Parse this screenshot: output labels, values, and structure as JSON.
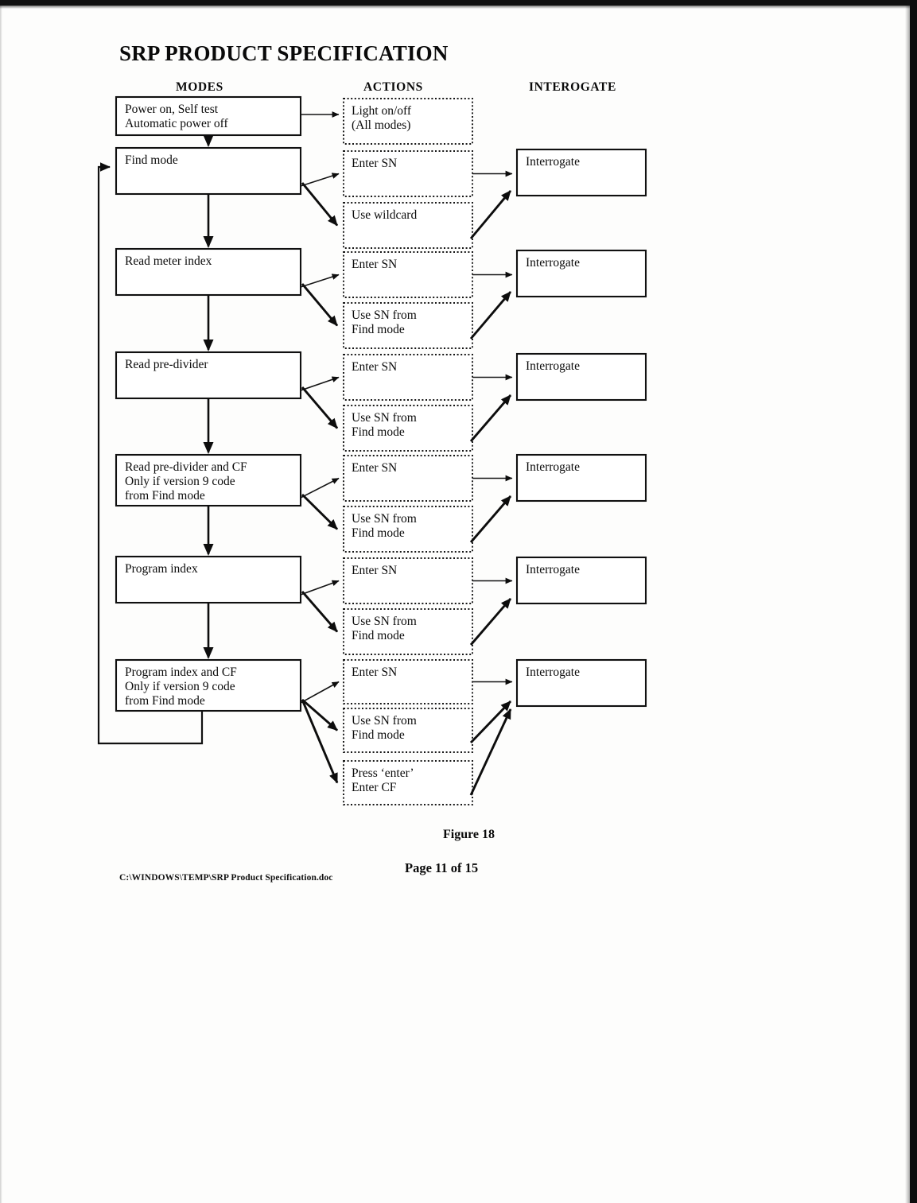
{
  "document": {
    "title": "SRP PRODUCT SPECIFICATION",
    "figure_caption": "Figure 18",
    "page_number": "Page 11 of 15",
    "file_path": "C:\\WINDOWS\\TEMP\\SRP Product Specification.doc"
  },
  "columns": {
    "modes": "MODES",
    "actions": "ACTIONS",
    "interrogate": "INTEROGATE"
  },
  "colors": {
    "ink": "#0d0d0d",
    "paper": "#ffffff",
    "scan_edge": "#111111"
  },
  "chart_data": {
    "type": "diagram",
    "title": "SRP PRODUCT SPECIFICATION",
    "subtype": "flowchart",
    "columns": [
      "MODES",
      "ACTIONS",
      "INTEROGATE"
    ],
    "rows": [
      {
        "mode": "Power on, Self test\nAutomatic power off",
        "mode_lines": [
          "Power on, Self test",
          "Automatic power off"
        ],
        "actions": [
          {
            "lines": [
              "Light on/off",
              "(All modes)"
            ],
            "to_interrogate": false
          }
        ],
        "interrogate": null
      },
      {
        "mode": "Find mode",
        "mode_lines": [
          "Find mode"
        ],
        "actions": [
          {
            "lines": [
              "Enter SN"
            ],
            "to_interrogate": true
          },
          {
            "lines": [
              "Use wildcard"
            ],
            "to_interrogate": true
          }
        ],
        "interrogate": "Interrogate"
      },
      {
        "mode": "Read meter index",
        "mode_lines": [
          "Read meter index"
        ],
        "actions": [
          {
            "lines": [
              "Enter SN"
            ],
            "to_interrogate": true
          },
          {
            "lines": [
              "Use SN from",
              "Find mode"
            ],
            "to_interrogate": true
          }
        ],
        "interrogate": "Interrogate"
      },
      {
        "mode": "Read pre-divider",
        "mode_lines": [
          "Read pre-divider"
        ],
        "actions": [
          {
            "lines": [
              "Enter SN"
            ],
            "to_interrogate": true
          },
          {
            "lines": [
              "Use SN from",
              "Find mode"
            ],
            "to_interrogate": true
          }
        ],
        "interrogate": "Interrogate"
      },
      {
        "mode": "Read pre-divider and CF\nOnly if version 9 code\nfrom Find mode",
        "mode_lines": [
          "Read pre-divider and CF",
          "Only if version 9 code",
          "from Find mode"
        ],
        "actions": [
          {
            "lines": [
              "Enter SN"
            ],
            "to_interrogate": true
          },
          {
            "lines": [
              "Use SN from",
              "Find mode"
            ],
            "to_interrogate": true
          }
        ],
        "interrogate": "Interrogate"
      },
      {
        "mode": "Program index",
        "mode_lines": [
          "Program index"
        ],
        "actions": [
          {
            "lines": [
              "Enter SN"
            ],
            "to_interrogate": true
          },
          {
            "lines": [
              "Use SN from",
              "Find mode"
            ],
            "to_interrogate": true
          }
        ],
        "interrogate": "Interrogate"
      },
      {
        "mode": "Program index and CF\nOnly if version 9 code\nfrom Find mode",
        "mode_lines": [
          "Program index and CF",
          "Only if version 9 code",
          "from Find mode"
        ],
        "actions": [
          {
            "lines": [
              "Enter SN"
            ],
            "to_interrogate": true
          },
          {
            "lines": [
              "Use SN from",
              "Find mode"
            ],
            "to_interrogate": true
          },
          {
            "lines": [
              "Press ‘enter’",
              "Enter CF"
            ],
            "to_interrogate": true
          }
        ],
        "interrogate": "Interrogate"
      }
    ],
    "feedback_loop": {
      "from": "Program index and CF",
      "to": "Find mode",
      "description": "loop back from last mode to Find mode"
    }
  }
}
